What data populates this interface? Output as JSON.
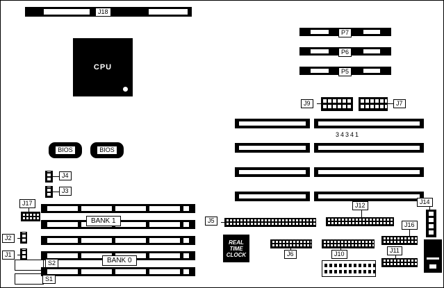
{
  "diagram": {
    "model_text": "34341",
    "labels": {
      "j18": "J18",
      "cpu": "CPU",
      "p7": "P7",
      "p6": "P6",
      "p5": "P5",
      "j9": "J9",
      "j7": "J7",
      "bios_left": "BIOS",
      "bios_right": "BIOS",
      "j4": "J4",
      "j3": "J3",
      "j17": "J17",
      "bank1": "BANK 1",
      "bank0": "BANK 0",
      "j2": "J2",
      "j1": "J1",
      "s2": "S2",
      "s1": "S1",
      "j5": "J5",
      "j12": "J12",
      "j14": "J14",
      "j16": "J16",
      "j6": "J6",
      "j10": "J10",
      "j11": "J11",
      "rtc": [
        "REAL",
        "TIME",
        "CLOCK"
      ]
    },
    "colors": {
      "component": "#000000",
      "background": "#ffffff"
    }
  }
}
